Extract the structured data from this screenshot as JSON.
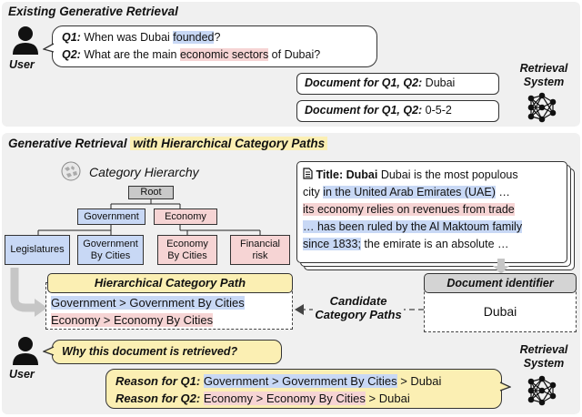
{
  "top": {
    "title": "Existing Generative Retrieval",
    "user_label": "User",
    "q1_label": "Q1:",
    "q1_pre": "When was Dubai ",
    "q1_hl": "founded",
    "q1_post": "?",
    "q2_label": "Q2:",
    "q2_pre": "What are the main ",
    "q2_hl": "economic sectors",
    "q2_post": " of Dubai?",
    "doc1_label": "Document for Q1, Q2:",
    "doc1_value": "Dubai",
    "doc2_label": "Document for Q1, Q2:",
    "doc2_value": "0-5-2",
    "system_label_1": "Retrieval",
    "system_label_2": "System"
  },
  "bottom": {
    "title_pre": "Generative Retrieval ",
    "title_hl": "with Hierarchical Category Paths",
    "category_hierarchy": "Category Hierarchy",
    "tree": {
      "root": "Root",
      "government": "Government",
      "economy": "Economy",
      "legislatures": "Legislatures",
      "gov_by_cities_1": "Government",
      "gov_by_cities_2": "By Cities",
      "eco_by_cities_1": "Economy",
      "eco_by_cities_2": "By Cities",
      "financial_1": "Financial",
      "financial_2": "risk"
    },
    "hcp_title": "Hierarchical Category Path",
    "path1": "Government > Government By Cities",
    "path2": "Economy > Economy By Cities",
    "candidate_1": "Candidate",
    "candidate_2": "Category Paths",
    "doc_card": {
      "title_label": "Title:",
      "title_value": "Dubai",
      "l1_a": " Dubai is the most populous",
      "l2_a": "city ",
      "l2_hl": "in the United Arab Emirates (UAE)",
      "l2_b": " …",
      "l3_hl": "its economy relies on revenues from trade",
      "l4_hl": "… has been ruled by the Al Maktoum family",
      "l5_hl": "since 1833;",
      "l5_b": " the emirate is an absolute …"
    },
    "docid_title": "Document identifier",
    "docid_value": "Dubai",
    "user_label": "User",
    "why": "Why this document is retrieved?",
    "r1_label": "Reason for Q1:",
    "r1_hl": "Government > Government By Cities",
    "r1_post": " > Dubai",
    "r2_label": "Reason for Q2:",
    "r2_hl": "Economy > Economy By Cities",
    "r2_post": " > Dubai",
    "system_label_1": "Retrieval",
    "system_label_2": "System"
  },
  "colors": {
    "highlight_yellow": "#fbefb3",
    "highlight_blue": "#c8d8f5",
    "highlight_red": "#f6d4d4",
    "panel_gray": "#f0f0f0"
  }
}
